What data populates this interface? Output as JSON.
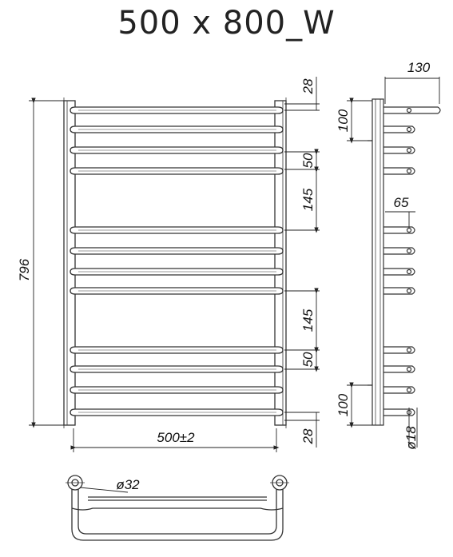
{
  "title": "500 x 800_W",
  "dimensions": {
    "overall_height": "796",
    "width": "500±2",
    "top_offset": "28",
    "bottom_offset": "28",
    "group_gap_top": "50",
    "group_gap_mid_top": "145",
    "group_gap_mid_bottom": "145",
    "group_gap_bottom": "50",
    "side_depth": "130",
    "side_mid_depth": "65",
    "bracket_top": "100",
    "bracket_bottom": "100",
    "rung_diameter": "ø18",
    "rail_diameter": "ø32"
  },
  "colors": {
    "stroke": "#333333",
    "fill": "#ffffff"
  }
}
